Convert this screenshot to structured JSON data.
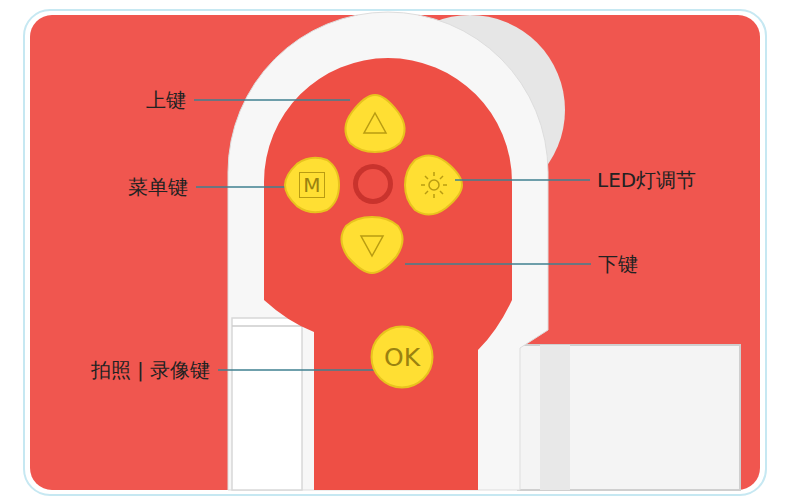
{
  "diagram": {
    "nodes": [
      {
        "text": [
          "M"
        ]
      },
      {
        "text": [
          "OK"
        ]
      }
    ],
    "labels": [
      "上键",
      "菜单键",
      "LED灯调节",
      "下键",
      "拍照 | 录像键"
    ]
  }
}
